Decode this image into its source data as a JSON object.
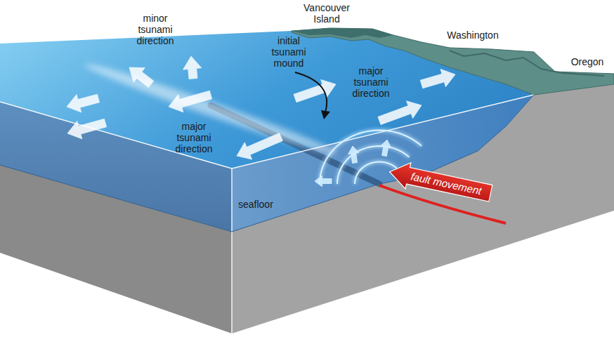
{
  "diagram": {
    "nodes": [
      {
        "text": [
          "fault movement"
        ]
      }
    ],
    "labels": [
      "Vancouver Island",
      "Washington",
      "Oregon",
      "minor tsunami direction",
      "initial tsunami mound",
      "major tsunami direction",
      "major tsunami direction",
      "seafloor"
    ]
  }
}
